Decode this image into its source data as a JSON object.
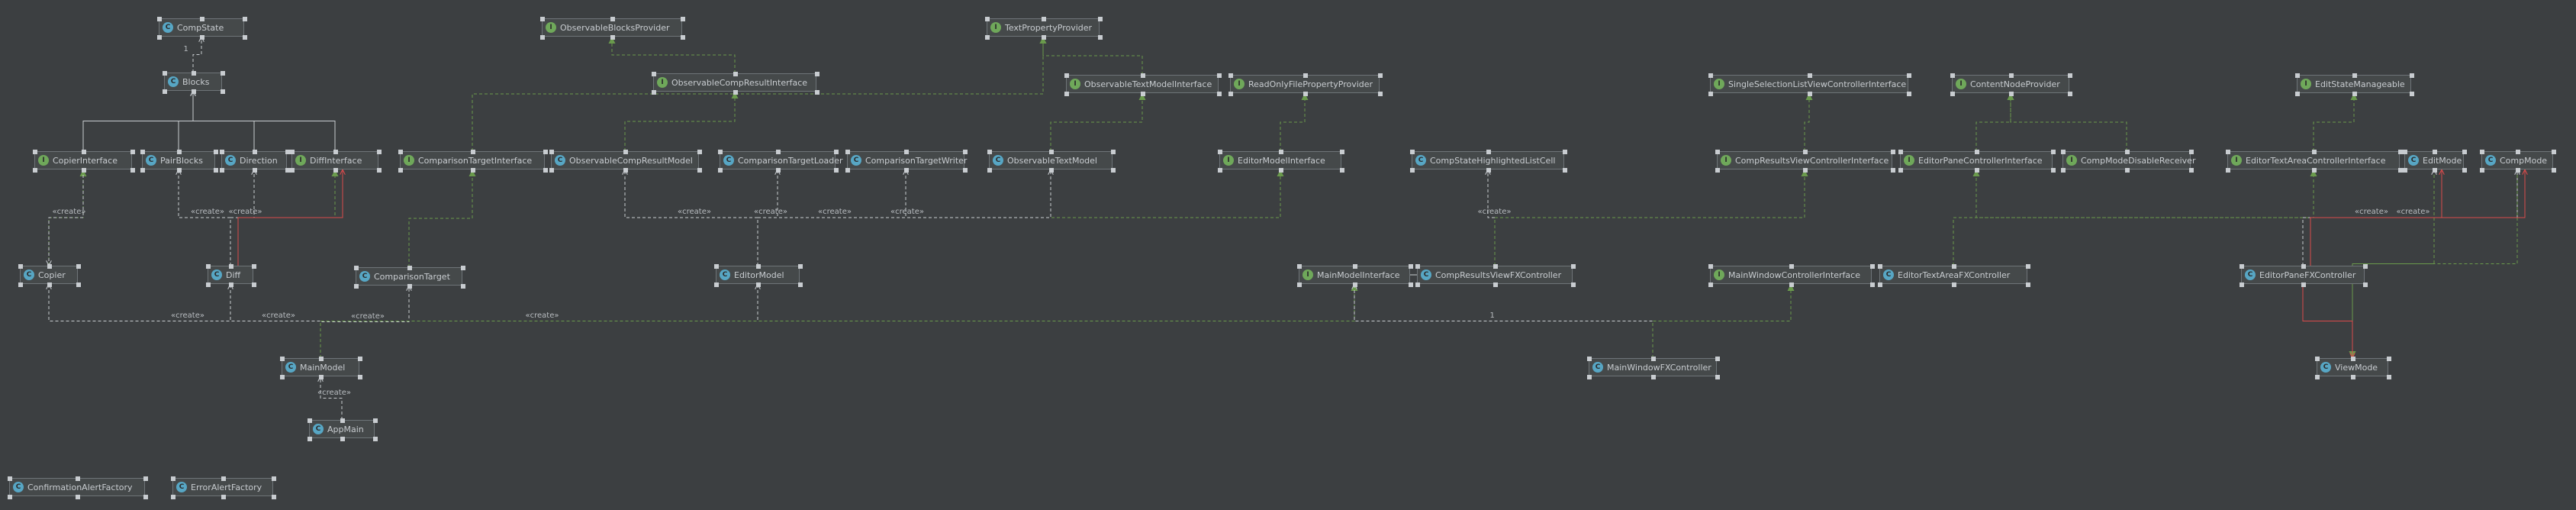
{
  "palette": {
    "background": "#3c3f41",
    "node_fill": "#45494a",
    "node_border": "#6e7478",
    "class_badge": "#57a6c4",
    "interface_badge": "#6fa85a",
    "dependency_edge": "#c8ccd0",
    "realization_edge": "#6a9a4c",
    "association_edge": "#d94b4b"
  },
  "badges": {
    "class": "C",
    "interface": "I",
    "abstract": "C"
  },
  "nodes": [
    {
      "id": "compstate",
      "label": "CompState",
      "kind": "class"
    },
    {
      "id": "blocks",
      "label": "Blocks",
      "kind": "class"
    },
    {
      "id": "copierinterface",
      "label": "CopierInterface",
      "kind": "interface"
    },
    {
      "id": "pairblocks",
      "label": "PairBlocks",
      "kind": "class"
    },
    {
      "id": "direction",
      "label": "Direction",
      "kind": "class"
    },
    {
      "id": "diffinterface",
      "label": "DiffInterface",
      "kind": "interface"
    },
    {
      "id": "copier",
      "label": "Copier",
      "kind": "class"
    },
    {
      "id": "diff",
      "label": "Diff",
      "kind": "class"
    },
    {
      "id": "comparisontarget",
      "label": "ComparisonTarget",
      "kind": "class"
    },
    {
      "id": "mainmodel",
      "label": "MainModel",
      "kind": "class"
    },
    {
      "id": "appmain",
      "label": "AppMain",
      "kind": "class"
    },
    {
      "id": "confirmationalertfactory",
      "label": "ConfirmationAlertFactory",
      "kind": "class"
    },
    {
      "id": "erroralertfactory",
      "label": "ErrorAlertFactory",
      "kind": "class"
    },
    {
      "id": "observableblocksprovider",
      "label": "ObservableBlocksProvider",
      "kind": "interface"
    },
    {
      "id": "textpropertyprovider",
      "label": "TextPropertyProvider",
      "kind": "interface"
    },
    {
      "id": "observablecompresultinterface",
      "label": "ObservableCompResultInterface",
      "kind": "interface"
    },
    {
      "id": "observabletextmodelinterface",
      "label": "ObservableTextModelInterface",
      "kind": "interface"
    },
    {
      "id": "readonlyfilepropertyprovider",
      "label": "ReadOnlyFilePropertyProvider",
      "kind": "interface"
    },
    {
      "id": "comparisontargetinterface",
      "label": "ComparisonTargetInterface",
      "kind": "interface"
    },
    {
      "id": "observablecompresultmodel",
      "label": "ObservableCompResultModel",
      "kind": "class"
    },
    {
      "id": "comparisontargetloader",
      "label": "ComparisonTargetLoader",
      "kind": "class"
    },
    {
      "id": "comparisontargetwriter",
      "label": "ComparisonTargetWriter",
      "kind": "class"
    },
    {
      "id": "observabletextmodel",
      "label": "ObservableTextModel",
      "kind": "class"
    },
    {
      "id": "editormodelinterface",
      "label": "EditorModelInterface",
      "kind": "interface"
    },
    {
      "id": "compstatehighlightedlistcell",
      "label": "CompStateHighlightedListCell",
      "kind": "class"
    },
    {
      "id": "editormodel",
      "label": "EditorModel",
      "kind": "class"
    },
    {
      "id": "mainmodelinterface",
      "label": "MainModelInterface",
      "kind": "interface"
    },
    {
      "id": "compresultsviewfxcontroller",
      "label": "CompResultsViewFXController",
      "kind": "class"
    },
    {
      "id": "mainwindowfxcontroller",
      "label": "MainWindowFXController",
      "kind": "class"
    },
    {
      "id": "singleselectionlistviewcontrollerinterface",
      "label": "SingleSelectionListViewControllerInterface",
      "kind": "interface"
    },
    {
      "id": "contentnodeprovider",
      "label": "ContentNodeProvider",
      "kind": "interface"
    },
    {
      "id": "editstatemanageable",
      "label": "EditStateManageable",
      "kind": "interface"
    },
    {
      "id": "compresultsviewcontrollerinterface",
      "label": "CompResultsViewControllerInterface",
      "kind": "interface"
    },
    {
      "id": "editorpanecontrollerinterface",
      "label": "EditorPaneControllerInterface",
      "kind": "interface"
    },
    {
      "id": "compmodedisablereceiver",
      "label": "CompModeDisableReceiver",
      "kind": "interface"
    },
    {
      "id": "editortextareacontrollerinterface",
      "label": "EditorTextAreaControllerInterface",
      "kind": "interface"
    },
    {
      "id": "editmode",
      "label": "EditMode",
      "kind": "class"
    },
    {
      "id": "compmode",
      "label": "CompMode",
      "kind": "class"
    },
    {
      "id": "mainwindowcontrollerinterface",
      "label": "MainWindowControllerInterface",
      "kind": "interface"
    },
    {
      "id": "editortextareafxcontroller",
      "label": "EditorTextAreaFXController",
      "kind": "class"
    },
    {
      "id": "editorpanefxcontroller",
      "label": "EditorPaneFXController",
      "kind": "class"
    },
    {
      "id": "viewmode",
      "label": "ViewMode",
      "kind": "abstract"
    }
  ],
  "edges": [
    {
      "from": "blocks",
      "to": "compstate",
      "style": "dependency",
      "text": "1"
    },
    {
      "from": "copierinterface",
      "to": "blocks",
      "style": "dependency"
    },
    {
      "from": "pairblocks",
      "to": "blocks",
      "style": "dependency"
    },
    {
      "from": "direction",
      "to": "blocks",
      "style": "dependency"
    },
    {
      "from": "diffinterface",
      "to": "blocks",
      "style": "dependency"
    },
    {
      "from": "copier",
      "to": "copierinterface",
      "style": "realization"
    },
    {
      "from": "diff",
      "to": "diffinterface",
      "style": "realization"
    },
    {
      "from": "diff",
      "to": "pairblocks",
      "style": "dependency",
      "text": "«create»"
    },
    {
      "from": "diff",
      "to": "direction",
      "style": "dependency",
      "text": "«create»"
    },
    {
      "from": "copierinterface",
      "to": "copier",
      "style": "dependency",
      "text": "«create»"
    },
    {
      "from": "comparisontarget",
      "to": "comparisontargetinterface",
      "style": "realization"
    },
    {
      "from": "mainmodel",
      "to": "copier",
      "style": "dependency",
      "text": "«create»"
    },
    {
      "from": "mainmodel",
      "to": "diff",
      "style": "dependency",
      "text": "«create»"
    },
    {
      "from": "mainmodel",
      "to": "comparisontarget",
      "style": "dependency",
      "text": "«create»"
    },
    {
      "from": "mainmodel",
      "to": "editormodel",
      "style": "dependency",
      "text": "«create»"
    },
    {
      "from": "appmain",
      "to": "mainmodel",
      "style": "dependency",
      "text": "«create»"
    },
    {
      "from": "observablecompresultinterface",
      "to": "observableblocksprovider",
      "style": "realization"
    },
    {
      "from": "observabletextmodelinterface",
      "to": "textpropertyprovider",
      "style": "realization"
    },
    {
      "from": "comparisontargetinterface",
      "to": "textpropertyprovider",
      "style": "realization"
    },
    {
      "from": "observablecompresultmodel",
      "to": "observablecompresultinterface",
      "style": "realization"
    },
    {
      "from": "observabletextmodel",
      "to": "observabletextmodelinterface",
      "style": "realization"
    },
    {
      "from": "editormodelinterface",
      "to": "readonlyfilepropertyprovider",
      "style": "realization"
    },
    {
      "from": "editormodel",
      "to": "editormodelinterface",
      "style": "realization"
    },
    {
      "from": "editormodel",
      "to": "comparisontargetloader",
      "style": "dependency",
      "text": "«create»"
    },
    {
      "from": "editormodel",
      "to": "comparisontargetwriter",
      "style": "dependency",
      "text": "«create»"
    },
    {
      "from": "editormodel",
      "to": "observabletextmodel",
      "style": "dependency",
      "text": "«create»"
    },
    {
      "from": "editormodel",
      "to": "observablecompresultmodel",
      "style": "dependency",
      "text": "«create»"
    },
    {
      "from": "mainmodel",
      "to": "mainmodelinterface",
      "style": "realization"
    },
    {
      "from": "compresultsviewfxcontroller",
      "to": "compstatehighlightedlistcell",
      "style": "dependency",
      "text": "«create»"
    },
    {
      "from": "compresultsviewfxcontroller",
      "to": "mainmodelinterface",
      "style": "dependency"
    },
    {
      "from": "compresultsviewfxcontroller",
      "to": "compresultsviewcontrollerinterface",
      "style": "realization"
    },
    {
      "from": "mainwindowfxcontroller",
      "to": "mainmodelinterface",
      "style": "dependency",
      "text": "1"
    },
    {
      "from": "mainwindowfxcontroller",
      "to": "mainwindowcontrollerinterface",
      "style": "realization"
    },
    {
      "from": "compresultsviewcontrollerinterface",
      "to": "singleselectionlistviewcontrollerinterface",
      "style": "realization"
    },
    {
      "from": "editorpanecontrollerinterface",
      "to": "contentnodeprovider",
      "style": "realization"
    },
    {
      "from": "compmodedisablereceiver",
      "to": "contentnodeprovider",
      "style": "realization"
    },
    {
      "from": "editortextareacontrollerinterface",
      "to": "editstatemanageable",
      "style": "realization"
    },
    {
      "from": "editortextareafxcontroller",
      "to": "editortextareacontrollerinterface",
      "style": "realization"
    },
    {
      "from": "editorpanefxcontroller",
      "to": "editorpanecontrollerinterface",
      "style": "realization"
    },
    {
      "from": "editorpanefxcontroller",
      "to": "editmode",
      "style": "dependency",
      "text": "«create»"
    },
    {
      "from": "editorpanefxcontroller",
      "to": "compmode",
      "style": "dependency",
      "text": "«create»"
    },
    {
      "from": "editmode",
      "to": "viewmode",
      "style": "realization"
    },
    {
      "from": "compmode",
      "to": "viewmode",
      "style": "realization"
    },
    {
      "from": "editorpanefxcontroller",
      "to": "viewmode",
      "style": "association"
    },
    {
      "from": "diff",
      "to": "diffinterface",
      "style": "association"
    },
    {
      "from": "editorpanefxcontroller",
      "to": "editmode",
      "style": "association"
    },
    {
      "from": "editorpanefxcontroller",
      "to": "compmode",
      "style": "association"
    }
  ],
  "stereotype": "«create»"
}
